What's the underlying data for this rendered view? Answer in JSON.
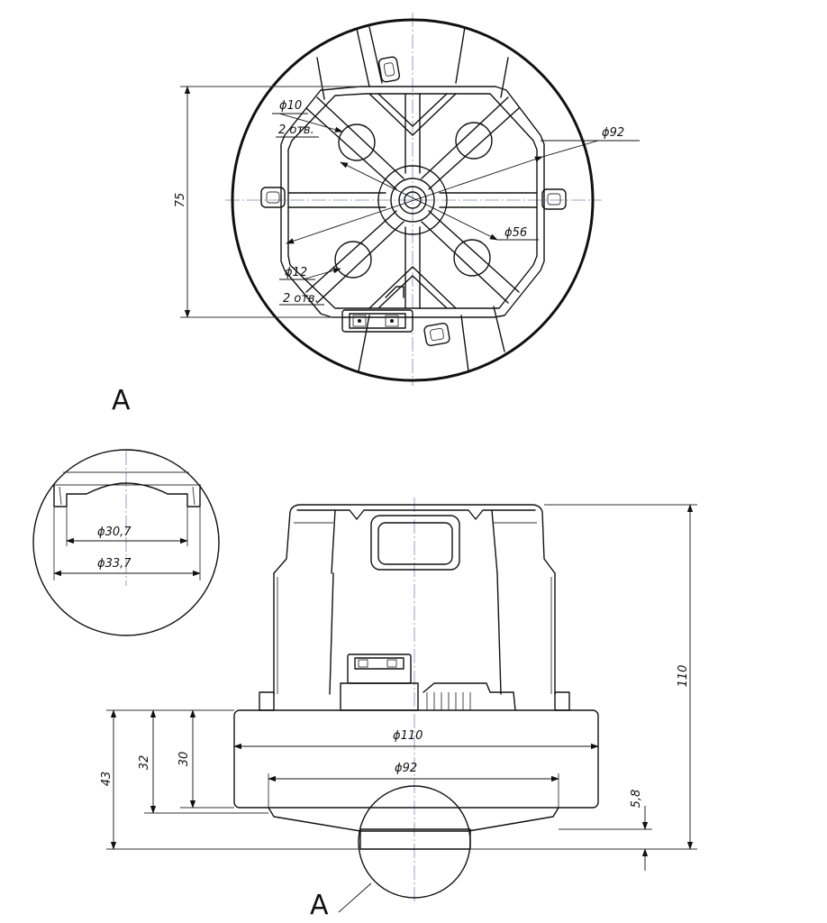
{
  "top_view": {
    "hole_small_dia": "ϕ10",
    "hole_small_count": "2 отв.",
    "hole_large_dia": "ϕ12",
    "hole_large_count": "2 отв.",
    "bolt_circle_dia": "ϕ92",
    "inner_circle_dia": "ϕ56",
    "height_dim": "75"
  },
  "detail": {
    "view_label": "A",
    "inner_dia": "ϕ30,7",
    "outer_dia": "ϕ33,7"
  },
  "side_view": {
    "base_dia": "ϕ110",
    "flange_dia": "ϕ92",
    "total_height": "110",
    "dim_43": "43",
    "dim_32": "32",
    "dim_30": "30",
    "dim_5_8": "5,8",
    "section_label": "A"
  }
}
